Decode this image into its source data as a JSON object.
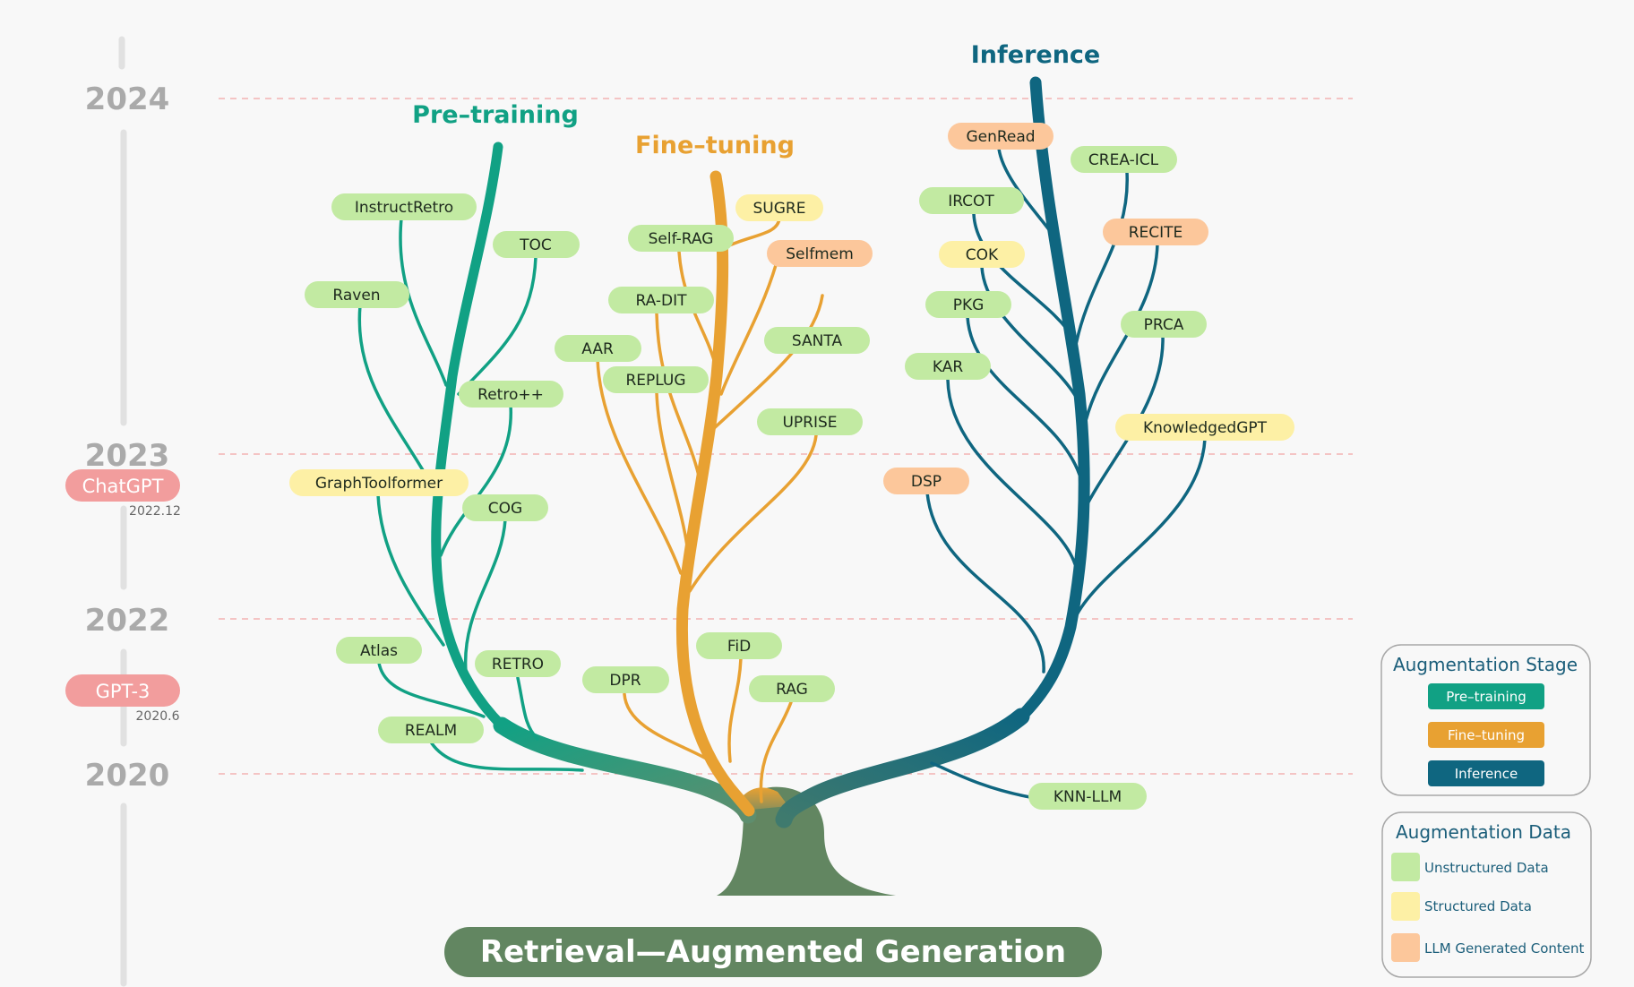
{
  "root_label": "Retrieval—Augmented Generation",
  "colors": {
    "pretraining": "#11a184",
    "finetuning": "#e8a132",
    "inference": "#0f6680",
    "unstructured": "#c2eaa2",
    "structured": "#fdf0a5",
    "llm_generated": "#fcc79b",
    "root": "#628661",
    "milestone": "#f29d9d",
    "year_bar": "#e1e1e1",
    "gridline": "#f2b3b3"
  },
  "timeline": {
    "years": [
      "2024",
      "2023",
      "2022",
      "2020"
    ],
    "milestones": [
      {
        "label": "ChatGPT",
        "date": "2022.12"
      },
      {
        "label": "GPT-3",
        "date": "2020.6"
      }
    ]
  },
  "branches": {
    "pretraining": {
      "title": "Pre–training",
      "nodes": [
        {
          "label": "InstructRetro",
          "data_type": "unstructured"
        },
        {
          "label": "TOC",
          "data_type": "unstructured"
        },
        {
          "label": "Raven",
          "data_type": "unstructured"
        },
        {
          "label": "Retro++",
          "data_type": "unstructured"
        },
        {
          "label": "GraphToolformer",
          "data_type": "structured"
        },
        {
          "label": "COG",
          "data_type": "unstructured"
        },
        {
          "label": "Atlas",
          "data_type": "unstructured"
        },
        {
          "label": "RETRO",
          "data_type": "unstructured"
        },
        {
          "label": "REALM",
          "data_type": "unstructured"
        }
      ]
    },
    "finetuning": {
      "title": "Fine–tuning",
      "nodes": [
        {
          "label": "SUGRE",
          "data_type": "structured"
        },
        {
          "label": "Self-RAG",
          "data_type": "unstructured"
        },
        {
          "label": "Selfmem",
          "data_type": "llm_generated"
        },
        {
          "label": "RA-DIT",
          "data_type": "unstructured"
        },
        {
          "label": "SANTA",
          "data_type": "unstructured"
        },
        {
          "label": "AAR",
          "data_type": "unstructured"
        },
        {
          "label": "REPLUG",
          "data_type": "unstructured"
        },
        {
          "label": "UPRISE",
          "data_type": "unstructured"
        },
        {
          "label": "FiD",
          "data_type": "unstructured"
        },
        {
          "label": "DPR",
          "data_type": "unstructured"
        },
        {
          "label": "RAG",
          "data_type": "unstructured"
        }
      ]
    },
    "inference": {
      "title": "Inference",
      "nodes": [
        {
          "label": "GenRead",
          "data_type": "llm_generated"
        },
        {
          "label": "CREA-ICL",
          "data_type": "unstructured"
        },
        {
          "label": "IRCOT",
          "data_type": "unstructured"
        },
        {
          "label": "RECITE",
          "data_type": "llm_generated"
        },
        {
          "label": "COK",
          "data_type": "structured"
        },
        {
          "label": "PKG",
          "data_type": "unstructured"
        },
        {
          "label": "PRCA",
          "data_type": "unstructured"
        },
        {
          "label": "KAR",
          "data_type": "unstructured"
        },
        {
          "label": "KnowledgedGPT",
          "data_type": "structured"
        },
        {
          "label": "DSP",
          "data_type": "llm_generated"
        },
        {
          "label": "KNN-LLM",
          "data_type": "unstructured"
        }
      ]
    }
  },
  "legend": {
    "stage": {
      "title": "Augmentation Stage",
      "items": [
        "Pre–training",
        "Fine–tuning",
        "Inference"
      ]
    },
    "data": {
      "title": "Augmentation Data",
      "items": [
        "Unstructured Data",
        "Structured Data",
        "LLM Generated Content"
      ]
    }
  }
}
